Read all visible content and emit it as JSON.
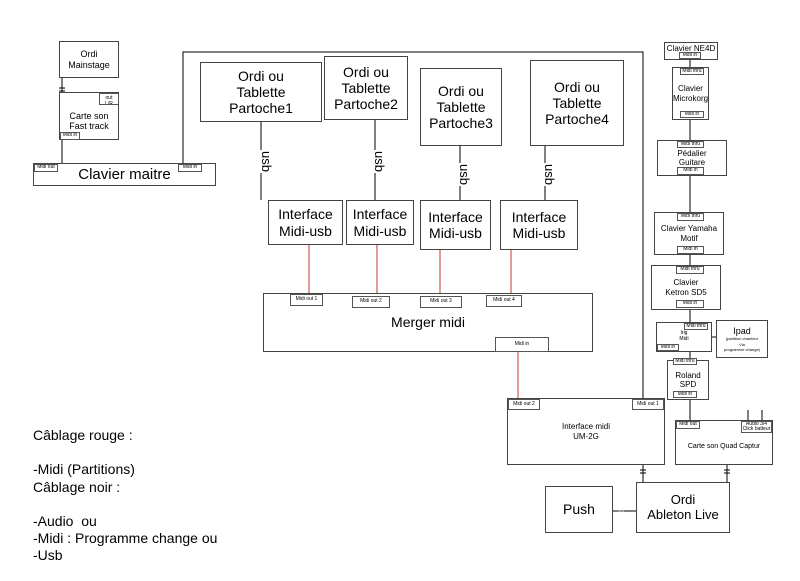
{
  "nodes": {
    "ordi_mainstage": "Ordi\nMainstage",
    "carte_son_fast_track": "Carte son\nFast track",
    "clavier_maitre": "Clavier maitre",
    "partoche1": "Ordi ou\nTablette\nPartoche1",
    "partoche2": "Ordi ou\nTablette\nPartoche2",
    "partoche3": "Ordi ou\nTablette\nPartoche3",
    "partoche4": "Ordi ou\nTablette\nPartoche4",
    "interface1": "Interface\nMidi-usb",
    "interface2": "Interface\nMidi-usb",
    "interface3": "Interface\nMidi-usb",
    "interface4": "Interface\nMidi-usb",
    "merger": "Merger midi",
    "um2g": "Interface midi\nUM-2G",
    "push": "Push",
    "ordi_ableton": "Ordi\nAbleton Live",
    "clavier_ne4d": "Clavier NE4D",
    "clavier_microkorg": "Clavier\nMicrokorg",
    "pedalier_guitare": "Pédalier\nGuitare",
    "clavier_yamaha": "Clavier Yamaha\nMotif",
    "clavier_ketron": "Clavier\nKetron SD5",
    "irig_midi": "Irig\nMidi",
    "ipad_title": "Ipad",
    "ipad_sub": "(partition chanteur\nVia\nprogramme change)",
    "roland_spd": "Roland\nSPD",
    "carte_son_quad": "Carte son Quad Captur"
  },
  "ports": {
    "audio_out_lr": "Audio out\nL/R",
    "midi_in": "Midi in",
    "midi_out": "Midi out",
    "midi_thru": "Midi thru",
    "midi_out_1": "Midi out 1",
    "midi_out_2": "Midi out 2",
    "midi_out_3": "Midi out 3",
    "midi_out_4": "Midi out 4",
    "audio_34_click": "Audio 3/4\nClick batteur"
  },
  "labels": {
    "usb": "usb"
  },
  "legend": {
    "red_title": "Câblage rouge :",
    "red_items": "-Midi (Partitions)",
    "black_title": "Câblage noir :",
    "black_items": "-Audio  ou\n-Midi : Programme change ou\n-Usb"
  },
  "colors": {
    "red_wire": "#c0392b",
    "black_wire": "#000000"
  }
}
